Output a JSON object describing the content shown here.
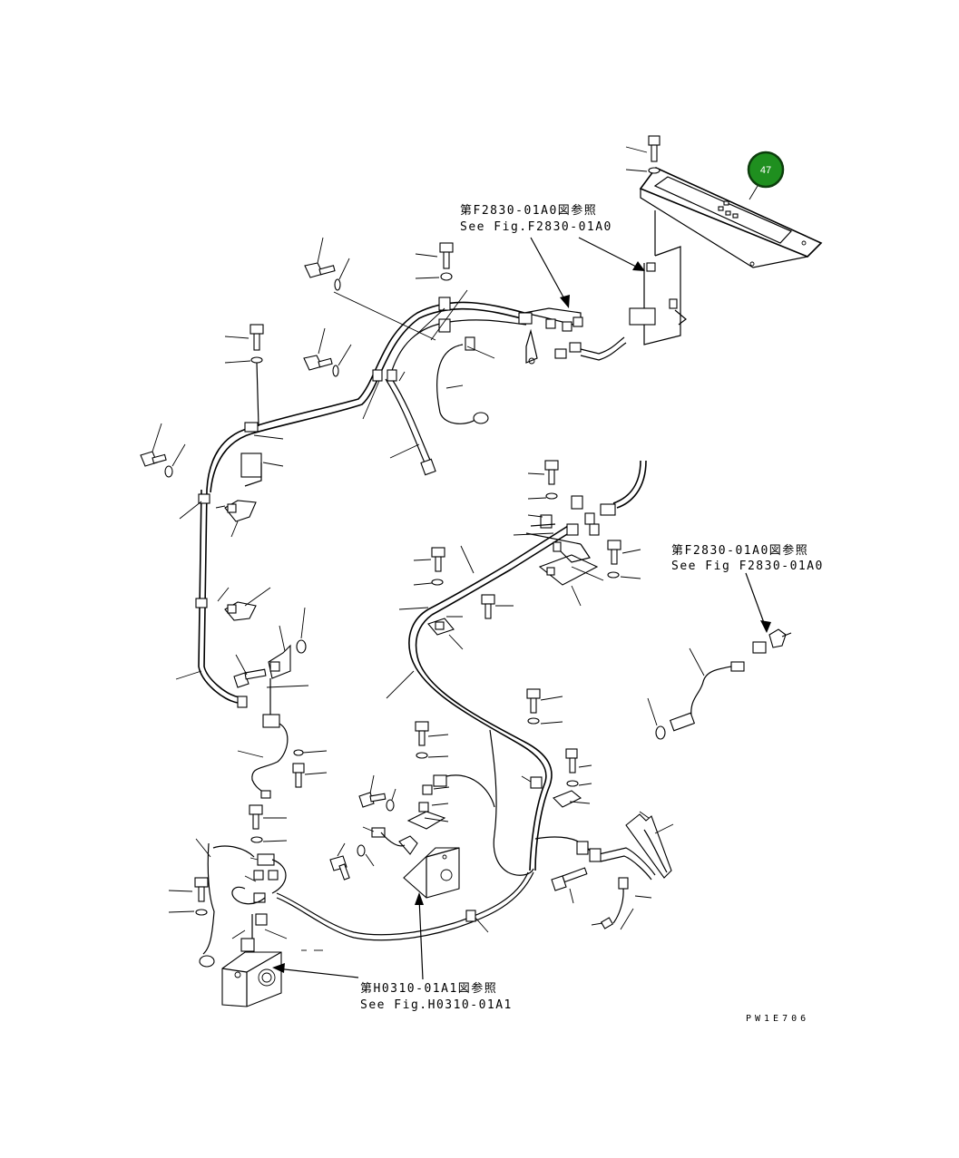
{
  "callout": {
    "number": "47",
    "color": "#1f8f1f"
  },
  "references": [
    {
      "jp": "第F2830-01A0図参照",
      "en": "See Fig.F2830-01A0"
    },
    {
      "jp": "第F2830-01A0図参照",
      "en": "See Fig F2830-01A0"
    },
    {
      "jp": "第H0310-01A1図参照",
      "en": "See Fig.H0310-01A1"
    }
  ],
  "drawing_code": "PW1E706"
}
